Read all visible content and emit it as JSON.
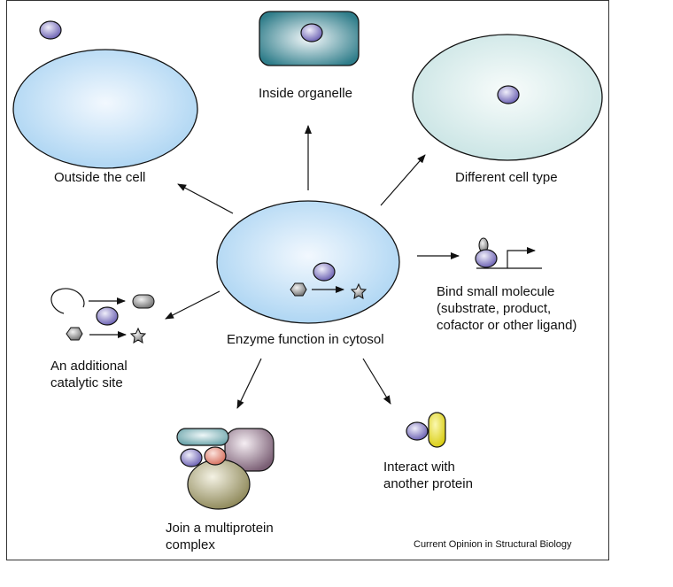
{
  "labels": {
    "outside_cell": "Outside the cell",
    "inside_organelle": "Inside organelle",
    "different_cell_type": "Different cell type",
    "cytosol": "Enzyme function in cytosol",
    "bind_small_molecule": [
      "Bind small molecule",
      "(substrate, product,",
      "cofactor or other ligand)"
    ],
    "additional_site": [
      "An additional",
      "catalytic site"
    ],
    "multiprotein": [
      "Join a multiprotein",
      "complex"
    ],
    "interact_protein": [
      "Interact with",
      "another protein"
    ]
  },
  "credit": "Current Opinion in Structural Biology",
  "colors": {
    "cell_blue": "#cfe6f8",
    "cell_edge": "#111111",
    "enzyme_purple": "#8f86c8",
    "organelle_teal": "#3f8b96",
    "diff_cell": "#dff0ee",
    "protein_yellow": "#e8df2a",
    "complex_olive": "#a9a47a",
    "complex_mauve": "#8c7387",
    "complex_pink": "#d98070",
    "complex_teal": "#6fa8ae"
  }
}
